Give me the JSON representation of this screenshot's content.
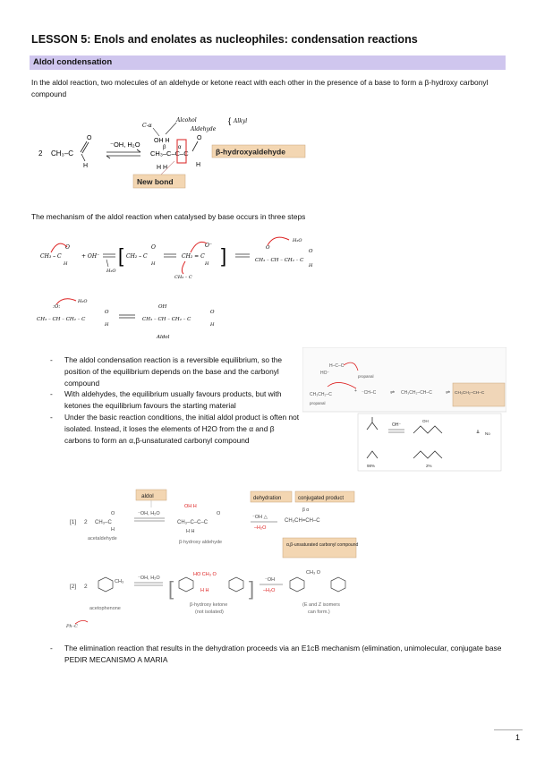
{
  "lesson_title": "LESSON 5: Enols and enolates as nucleophiles: condensation reactions",
  "section_title": "Aldol condensation",
  "intro_text": "In the aldol reaction, two molecules of an aldehyde or ketone react with each other in the presence of a base to form a β-hydroxy carbonyl compound",
  "scheme1": {
    "coef": "2",
    "reactant": "CH₃–C",
    "reagent": "⁻OH, H₂O",
    "product_label": "β-hydroxyaldehyde",
    "new_bond_label": "New bond",
    "note_carbon": "C-α",
    "note_alcohol": "Alcohol",
    "note_aldehyde": "Aldehyde",
    "note_alkyl": "Alkyl",
    "beta": "β",
    "alpha": "α"
  },
  "mechanism_text": "The mechanism of the aldol reaction when catalysed by base occurs in three steps",
  "mech": {
    "oh_minus": "+ OH⁻",
    "h2o": "H₂O",
    "aldol": "Aldol"
  },
  "bullets": [
    "The aldol condensation reaction is a reversible equilibrium, so the position of the equilibrium depends on the base and the carbonyl compound",
    "With aldehydes, the equilibrium usually favours products, but with ketones the equilibrium favours the starting material",
    "Under the basic reaction conditions, the initial aldol product is often not isolated. Instead, it loses the elements of H2O from the α and β carbons to form an α,β-unsaturated carbonyl compound"
  ],
  "right_scheme": {
    "propanal": "propanal",
    "oh": "OH⁻",
    "pct98": "98%",
    "pct2": "2%",
    "no": "No"
  },
  "cond": {
    "tag_aldol": "aldol",
    "tag_dehydration": "dehydration",
    "tag_conjugated": "conjugated product",
    "r1": "[1]",
    "r2": "[2]",
    "coef": "2",
    "acetaldehyde": "acetaldehyde",
    "bhydroxy_aldehyde": "β-hydroxy aldehyde",
    "reagent": "⁻OH, H₂O",
    "dehydr_top": "⁻OH △",
    "dehydr_bottom": "–H₂O",
    "ab_box": "α,β-unsaturated carbonyl compound",
    "acetophenone": "acetophenone",
    "bhydroxy_ketone": "β-hydroxy ketone",
    "not_isolated": "(not isolated)",
    "ez": "(E and Z isomers",
    "ez2": "can form.)",
    "oh2": "⁻OH",
    "h2o2": "–H₂O"
  },
  "last_bullet": "The elimination reaction that results in the dehydration proceeds via an E1cB mechanism (elimination, unimolecular, conjugate base PEDIR MECANISMO A MARIA",
  "page_number": "1"
}
